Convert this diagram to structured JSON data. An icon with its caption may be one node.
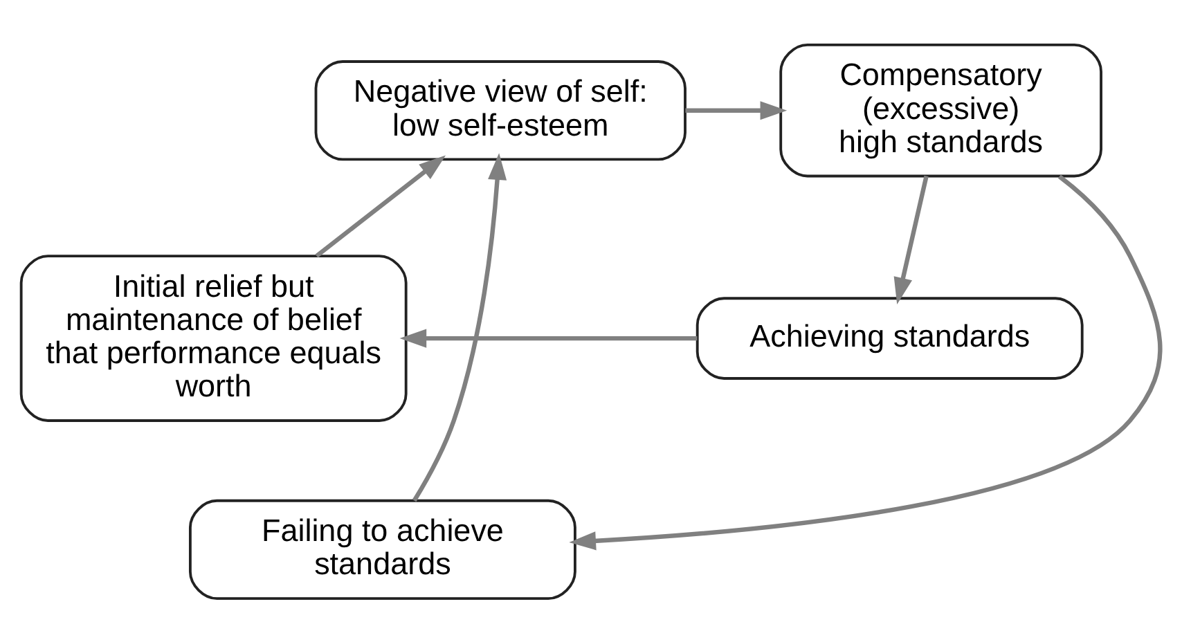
{
  "diagram": {
    "nodes": [
      {
        "text": [
          "Negative view of self: low self-esteem"
        ]
      },
      {
        "text": [
          "Compensatory (excessive) high standards"
        ]
      },
      {
        "text": [
          "Initial relief but maintenance of belief that performance equals worth"
        ]
      },
      {
        "text": [
          "Achieving standards"
        ]
      },
      {
        "text": [
          "Failing to achieve standards"
        ]
      }
    ],
    "edges": [
      {
        "from": 0,
        "to": 1,
        "arrow": "to"
      },
      {
        "from": 1,
        "to": 3,
        "arrow": "to"
      },
      {
        "from": 1,
        "to": 4,
        "arrow": "to"
      },
      {
        "from": 3,
        "to": 2,
        "arrow": "to"
      },
      {
        "from": 2,
        "to": 0,
        "arrow": "to"
      },
      {
        "from": 4,
        "to": 0,
        "arrow": "to"
      }
    ]
  }
}
